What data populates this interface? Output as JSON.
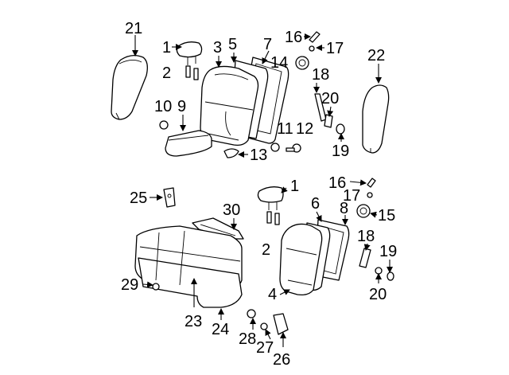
{
  "diagram": {
    "callouts": [
      {
        "id": "c21",
        "text": "21"
      },
      {
        "id": "c1a",
        "text": "1"
      },
      {
        "id": "c2a",
        "text": "2"
      },
      {
        "id": "c3",
        "text": "3"
      },
      {
        "id": "c5",
        "text": "5"
      },
      {
        "id": "c7",
        "text": "7"
      },
      {
        "id": "c16a",
        "text": "16"
      },
      {
        "id": "c17a",
        "text": "17"
      },
      {
        "id": "c14",
        "text": "14"
      },
      {
        "id": "c22",
        "text": "22"
      },
      {
        "id": "c18a",
        "text": "18"
      },
      {
        "id": "c10",
        "text": "10"
      },
      {
        "id": "c9",
        "text": "9"
      },
      {
        "id": "c20a",
        "text": "20"
      },
      {
        "id": "c11",
        "text": "11"
      },
      {
        "id": "c12",
        "text": "12"
      },
      {
        "id": "c13",
        "text": "13"
      },
      {
        "id": "c19a",
        "text": "19"
      },
      {
        "id": "c25",
        "text": "25"
      },
      {
        "id": "c1b",
        "text": "1"
      },
      {
        "id": "c16b",
        "text": "16"
      },
      {
        "id": "c17b",
        "text": "17"
      },
      {
        "id": "c6",
        "text": "6"
      },
      {
        "id": "c8",
        "text": "8"
      },
      {
        "id": "c15",
        "text": "15"
      },
      {
        "id": "c30",
        "text": "30"
      },
      {
        "id": "c18b",
        "text": "18"
      },
      {
        "id": "c19b",
        "text": "19"
      },
      {
        "id": "c2b",
        "text": "2"
      },
      {
        "id": "c29",
        "text": "29"
      },
      {
        "id": "c4",
        "text": "4"
      },
      {
        "id": "c20b",
        "text": "20"
      },
      {
        "id": "c23",
        "text": "23"
      },
      {
        "id": "c24",
        "text": "24"
      },
      {
        "id": "c28",
        "text": "28"
      },
      {
        "id": "c27",
        "text": "27"
      },
      {
        "id": "c26",
        "text": "26"
      }
    ]
  }
}
